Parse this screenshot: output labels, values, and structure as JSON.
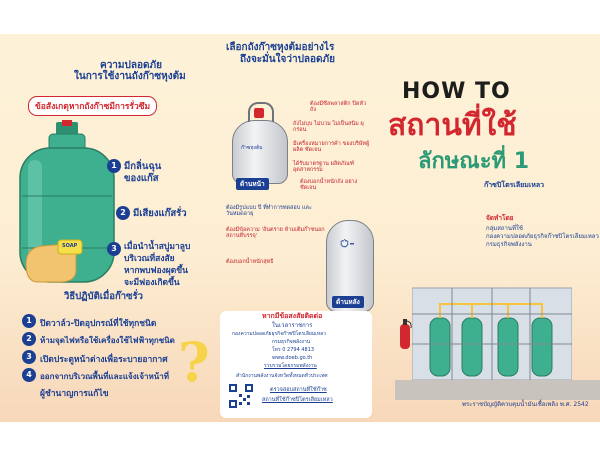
{
  "left": {
    "title_line1": "ความปลอดภัย",
    "title_line2": "ในการใช้งานถังก๊าซหุงต้ม",
    "leak_pill": "ข้อสังเกตุหากถังก๊าซมีการรั่วซึม",
    "leak_items": [
      {
        "num": "1",
        "line1": "มีกลิ่นฉุน",
        "line2": "ของแก๊ส"
      },
      {
        "num": "2",
        "line1": "มีเสียงแก๊สรั่ว",
        "line2": ""
      },
      {
        "num": "3",
        "line1": "เมื่อนำน้ำสบู่มาลูบ",
        "line2": "บริเวณที่สงสัย",
        "line3": "หากพบฟองผุดขึ้น",
        "line4": "จะมีฟองเกิดขึ้น"
      }
    ],
    "soap_label": "SOAP",
    "steps_title": "วิธีปฏิบัติเมื่อก๊าซรั่ว",
    "steps": [
      {
        "num": "1",
        "text": "ปิดวาล์ว-ปิดอุปกรณ์ที่ใช้ทุกชนิด"
      },
      {
        "num": "2",
        "text": "ห้ามจุดไฟหรือใช้เครื่องใช้ไฟฟ้าทุกชนิด"
      },
      {
        "num": "3",
        "text": "เปิดประตูหน้าต่างเพื่อระบายอากาศ"
      },
      {
        "num": "4",
        "text": "ออกจากบริเวณพื้นที่และแจ้งเจ้าหน้าที่"
      },
      {
        "num": "",
        "text": "ผู้ชำนาญการแก้ไข"
      }
    ]
  },
  "middle": {
    "title_line1": "เลือกถังก๊าซหุงต้มอย่างไร",
    "title_line2": "ถึงจะมั่นใจว่าปลอดภัย",
    "front_tag": "ด้านหน้า",
    "back_tag": "ด้านหลัง",
    "notes": [
      "ต้องมีซีลพลาสติก ปิดหัวถัง",
      "ถังไม่บุบ ไม่บวม ไม่เป็นสนิม ผุกร่อน",
      "มีเครื่องหมายการค้า ของบริษัทผู้ผลิต ชัดเจน",
      "ได้รับมาตรฐาน ผลิตภัณฑ์อุตสาหกรรม",
      "ต้องบอกน้ำหนักถัง อย่างชัดเจน"
    ],
    "note_back_1": "ต้องมีรูปแบบ ปี ที่ทำการทดสอบ และวันหมดอายุ",
    "note_back_2": "ต้องมีข้อความ 'อันตราย ห้ามเติมก๊าซนอกสถานที่บรรจุ'",
    "note_back_3": "ต้องบอกน้ำหนักสุทธิ",
    "tank_brand": "ก๊าซหุงต้ม",
    "contact_head1": "หากมีข้อสงสัยติดต่อ",
    "contact_head2": "ในเวลาราชการ",
    "contact_lines": [
      "กองความปลอดภัยธุรกิจก๊าซปิโตรเลียมเหลว",
      "กรมธุรกิจพลังงาน",
      "โทร 0 2794 4813",
      "www.doeb.go.th"
    ],
    "contact_link": "รวบรวมโดยกรมพลังงาน",
    "contact_office": "สำนักงานพลังงานจังหวัดทั้งหมดทั่วประเทศ",
    "search_line1": "ตรวจสอบสถานที่ใช้ก๊าซ",
    "search_line2": "สถานที่ใช้ก๊าซปิโตรเลียมเหลว"
  },
  "right": {
    "howto": "HOW TO",
    "title": "สถานที่ใช้",
    "subtitle": "ลักษณะที่ 1",
    "caption": "ก๊าซปิโตรเลียมเหลว",
    "by_label": "จัดทำโดย",
    "by_line1": "กลุ่มสถานที่ใช้",
    "by_line2": "กองความปลอดภัยธุรกิจก๊าซปิโตรเลียมเหลว",
    "by_line3": "กรมธุรกิจพลังงาน",
    "law": "พระราชบัญญัติควบคุมน้ำมันเชื้อเพลิง พ.ศ. 2542"
  },
  "colors": {
    "primary_blue": "#1b3f93",
    "red": "#d2272f",
    "tank_green": "#3fb08f",
    "background": "#fdefd5"
  },
  "icons": [
    "gas-cylinder-icon",
    "hand-soap-icon",
    "fire-extinguisher-icon",
    "qr-code-icon",
    "chat-bubble-icon"
  ]
}
